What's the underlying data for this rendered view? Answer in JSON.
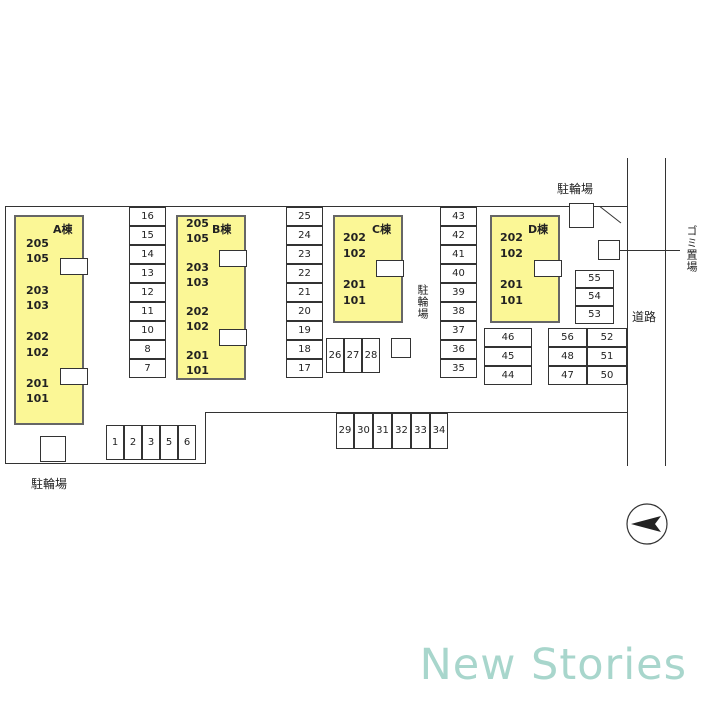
{
  "buildings": [
    {
      "name": "A棟",
      "units": [
        "205",
        "105",
        "203",
        "103",
        "202",
        "102",
        "201",
        "101"
      ]
    },
    {
      "name": "B棟",
      "units": [
        "205",
        "105",
        "203",
        "103",
        "202",
        "102",
        "201",
        "101"
      ]
    },
    {
      "name": "C棟",
      "units": [
        "202",
        "102",
        "201",
        "101"
      ]
    },
    {
      "name": "D棟",
      "units": [
        "202",
        "102",
        "201",
        "101"
      ]
    }
  ],
  "parking": {
    "row_bottom_left": [
      "1",
      "2",
      "3",
      "5",
      "6"
    ],
    "col_a": [
      "16",
      "15",
      "14",
      "13",
      "12",
      "11",
      "10",
      "8",
      "7"
    ],
    "col_b": [
      "25",
      "24",
      "23",
      "22",
      "21",
      "20",
      "19",
      "18",
      "17"
    ],
    "row_c": [
      "26",
      "27",
      "28"
    ],
    "row_bottom_mid": [
      "29",
      "30",
      "31",
      "32",
      "33",
      "34"
    ],
    "col_d": [
      "43",
      "42",
      "41",
      "40",
      "39",
      "38",
      "37",
      "36",
      "35"
    ],
    "grid_e": [
      [
        "46"
      ],
      [
        "45"
      ],
      [
        "44"
      ]
    ],
    "grid_f": [
      [
        "56",
        "52"
      ],
      [
        "48",
        "51"
      ],
      [
        "47",
        "50"
      ]
    ],
    "col_g": [
      "55",
      "54",
      "53"
    ]
  },
  "labels": {
    "bike_left": "駐輪場",
    "bike_top": "駐輪場",
    "bike_mid": "駐輪場",
    "garbage": "ゴミ置場",
    "road": "道路"
  },
  "watermark": "New Stories"
}
